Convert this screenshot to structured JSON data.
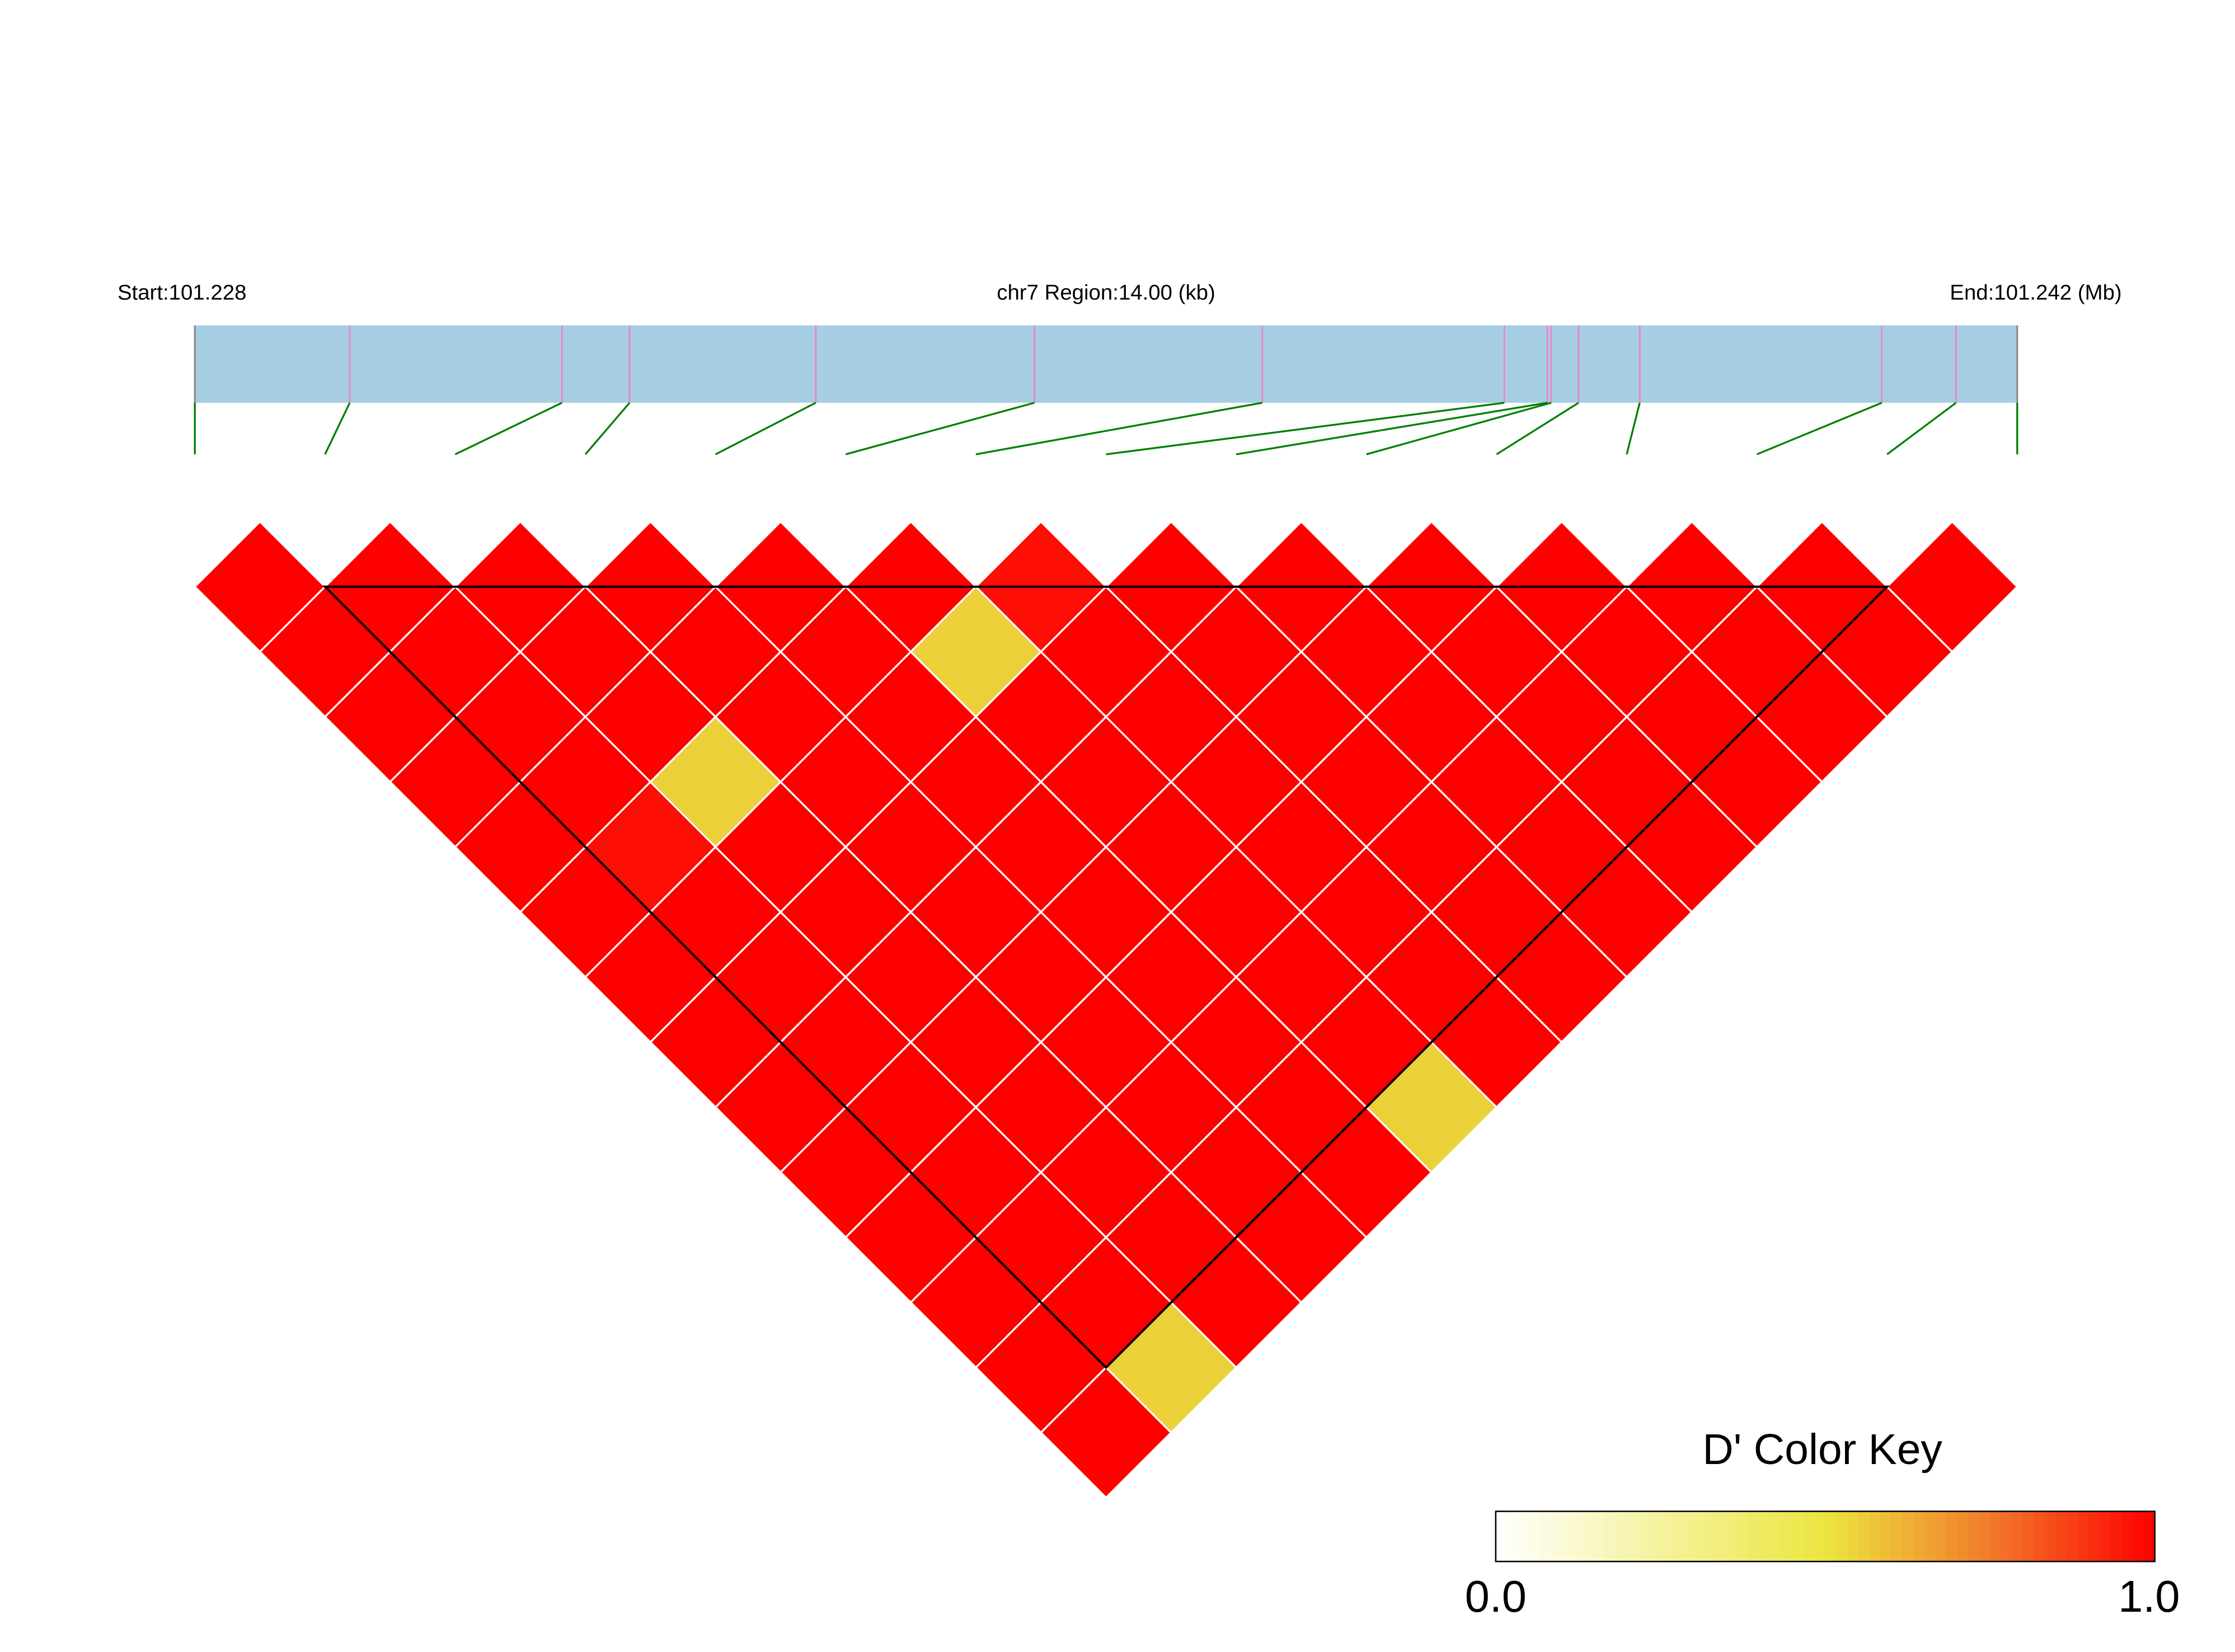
{
  "chart_data": {
    "type": "heatmap",
    "header": {
      "start_label": "Start:101.228",
      "region_label": "chr7 Region:14.00 (kb)",
      "end_label": "End:101.242 (Mb)"
    },
    "chromosome": "chr7",
    "region_start_mb": 101.228,
    "region_end_mb": 101.242,
    "snp_positions_mb": [
      101.228,
      101.22919,
      101.23082,
      101.23134,
      101.23277,
      101.23445,
      101.2362,
      101.23806,
      101.23839,
      101.23842,
      101.23863,
      101.2391,
      101.24096,
      101.24153,
      101.242
    ],
    "dprime_upper_triangle": [
      [
        1,
        1,
        1,
        1,
        1,
        1,
        1,
        1,
        1,
        1,
        1,
        1,
        1,
        1
      ],
      [
        1,
        1,
        1,
        1,
        0.97,
        1,
        1,
        1,
        1,
        1,
        1,
        1,
        0.55
      ],
      [
        1,
        1,
        1,
        0.55,
        1,
        1,
        1,
        1,
        1,
        1,
        1,
        1
      ],
      [
        1,
        1,
        1,
        1,
        1,
        1,
        1,
        1,
        1,
        1,
        1
      ],
      [
        1,
        1,
        1,
        1,
        1,
        1,
        1,
        1,
        1,
        1
      ],
      [
        1,
        0.55,
        1,
        1,
        1,
        1,
        1,
        1,
        0.55
      ],
      [
        0.97,
        1,
        1,
        1,
        1,
        1,
        1,
        1
      ],
      [
        1,
        1,
        1,
        1,
        1,
        1,
        1
      ],
      [
        1,
        1,
        1,
        1,
        1,
        1
      ],
      [
        1,
        1,
        1,
        1,
        1
      ],
      [
        1,
        1,
        1,
        1
      ],
      [
        1,
        1,
        1
      ],
      [
        1,
        1
      ],
      [
        1
      ]
    ],
    "haplotype_block_snps": [
      2,
      14
    ],
    "color_key": {
      "title": "D' Color Key",
      "min_label": "0.0",
      "max_label": "1.0",
      "range": [
        0,
        1
      ],
      "stops": [
        {
          "value": 0,
          "color": "#FFFFFF"
        },
        {
          "value": 0.5,
          "color": "#EBE63E"
        },
        {
          "value": 0.75,
          "color": "#F27A2A"
        },
        {
          "value": 1,
          "color": "#FF0000"
        }
      ]
    },
    "colors": {
      "region_bar": "#A6CEE3",
      "snp_tick": "#E78AC3",
      "connector": "#008000",
      "block_outline": "#000000",
      "cell_border": "#FFFFFF"
    }
  }
}
